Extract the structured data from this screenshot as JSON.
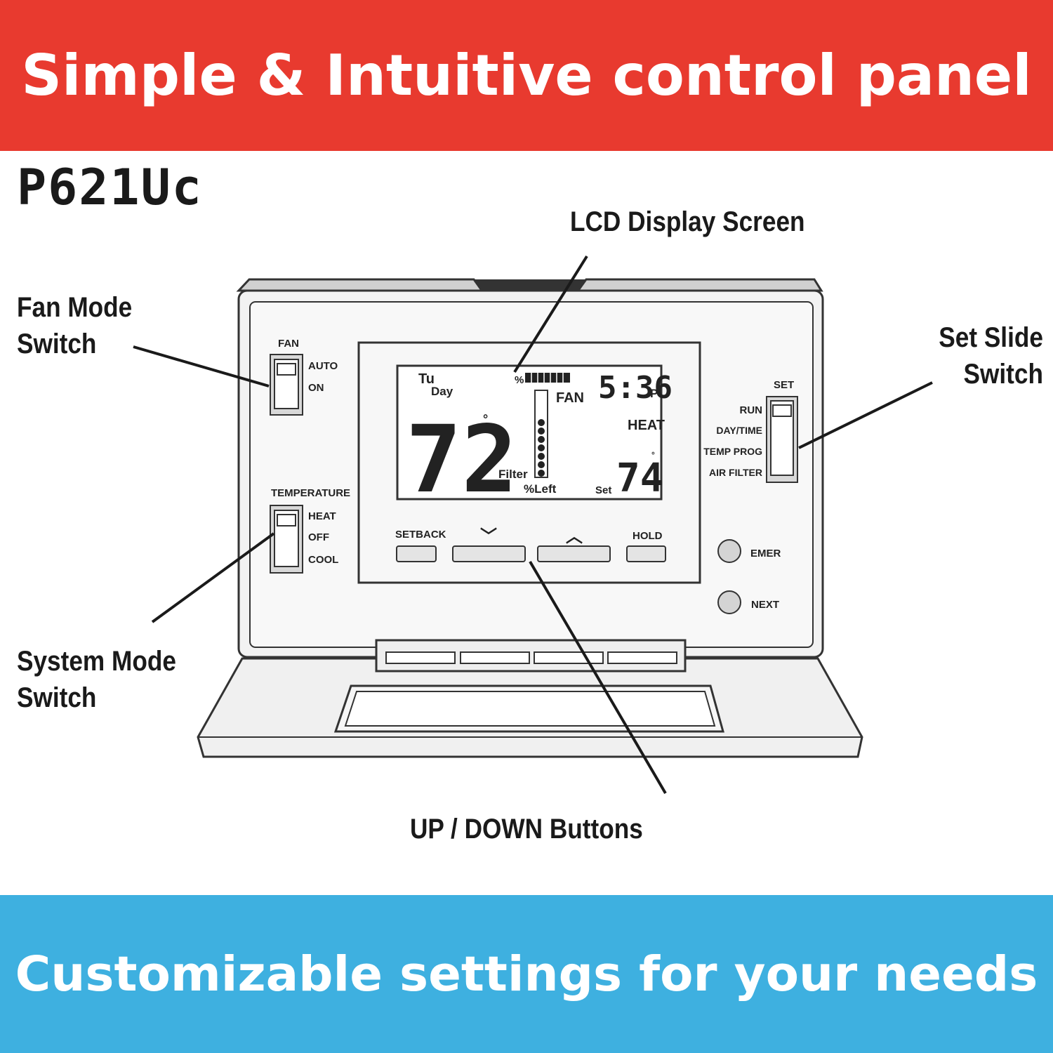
{
  "banners": {
    "top": "Simple & Intuitive control panel",
    "bottom": "Customizable settings for your needs"
  },
  "model": "P621Uc",
  "callouts": {
    "lcd": "LCD Display Screen",
    "fan_mode": [
      "Fan Mode",
      "Switch"
    ],
    "set_slide": [
      "Set Slide",
      "Switch"
    ],
    "system_mode": [
      "System Mode",
      "Switch"
    ],
    "up_down": "UP / DOWN Buttons"
  },
  "device": {
    "fan_switch": {
      "title": "FAN",
      "options": [
        "AUTO",
        "ON"
      ]
    },
    "temp_switch": {
      "title": "TEMPERATURE",
      "options": [
        "HEAT",
        "OFF",
        "COOL"
      ]
    },
    "set_switch": {
      "title": "SET",
      "options": [
        "RUN",
        "DAY/TIME",
        "TEMP PROG",
        "AIR FILTER"
      ]
    },
    "buttons": {
      "setback": "SETBACK",
      "down": "﹀",
      "up": "︿",
      "hold": "HOLD",
      "emer": "EMER",
      "next": "NEXT"
    },
    "lcd": {
      "day_top": "Tu",
      "day_bottom": "Day",
      "percent": "%",
      "time": "5:36",
      "time_suffix": "P",
      "fan": "FAN",
      "heat": "HEAT",
      "current_temp": "72",
      "degree": "°",
      "set_label": "Set",
      "set_temp": "74",
      "filter": "Filter",
      "percent_left": "%Left"
    }
  },
  "colors": {
    "top_banner": "#e83a2f",
    "bottom_banner": "#3eb0e0",
    "device_fill": "#efefef",
    "outline": "#333333"
  }
}
